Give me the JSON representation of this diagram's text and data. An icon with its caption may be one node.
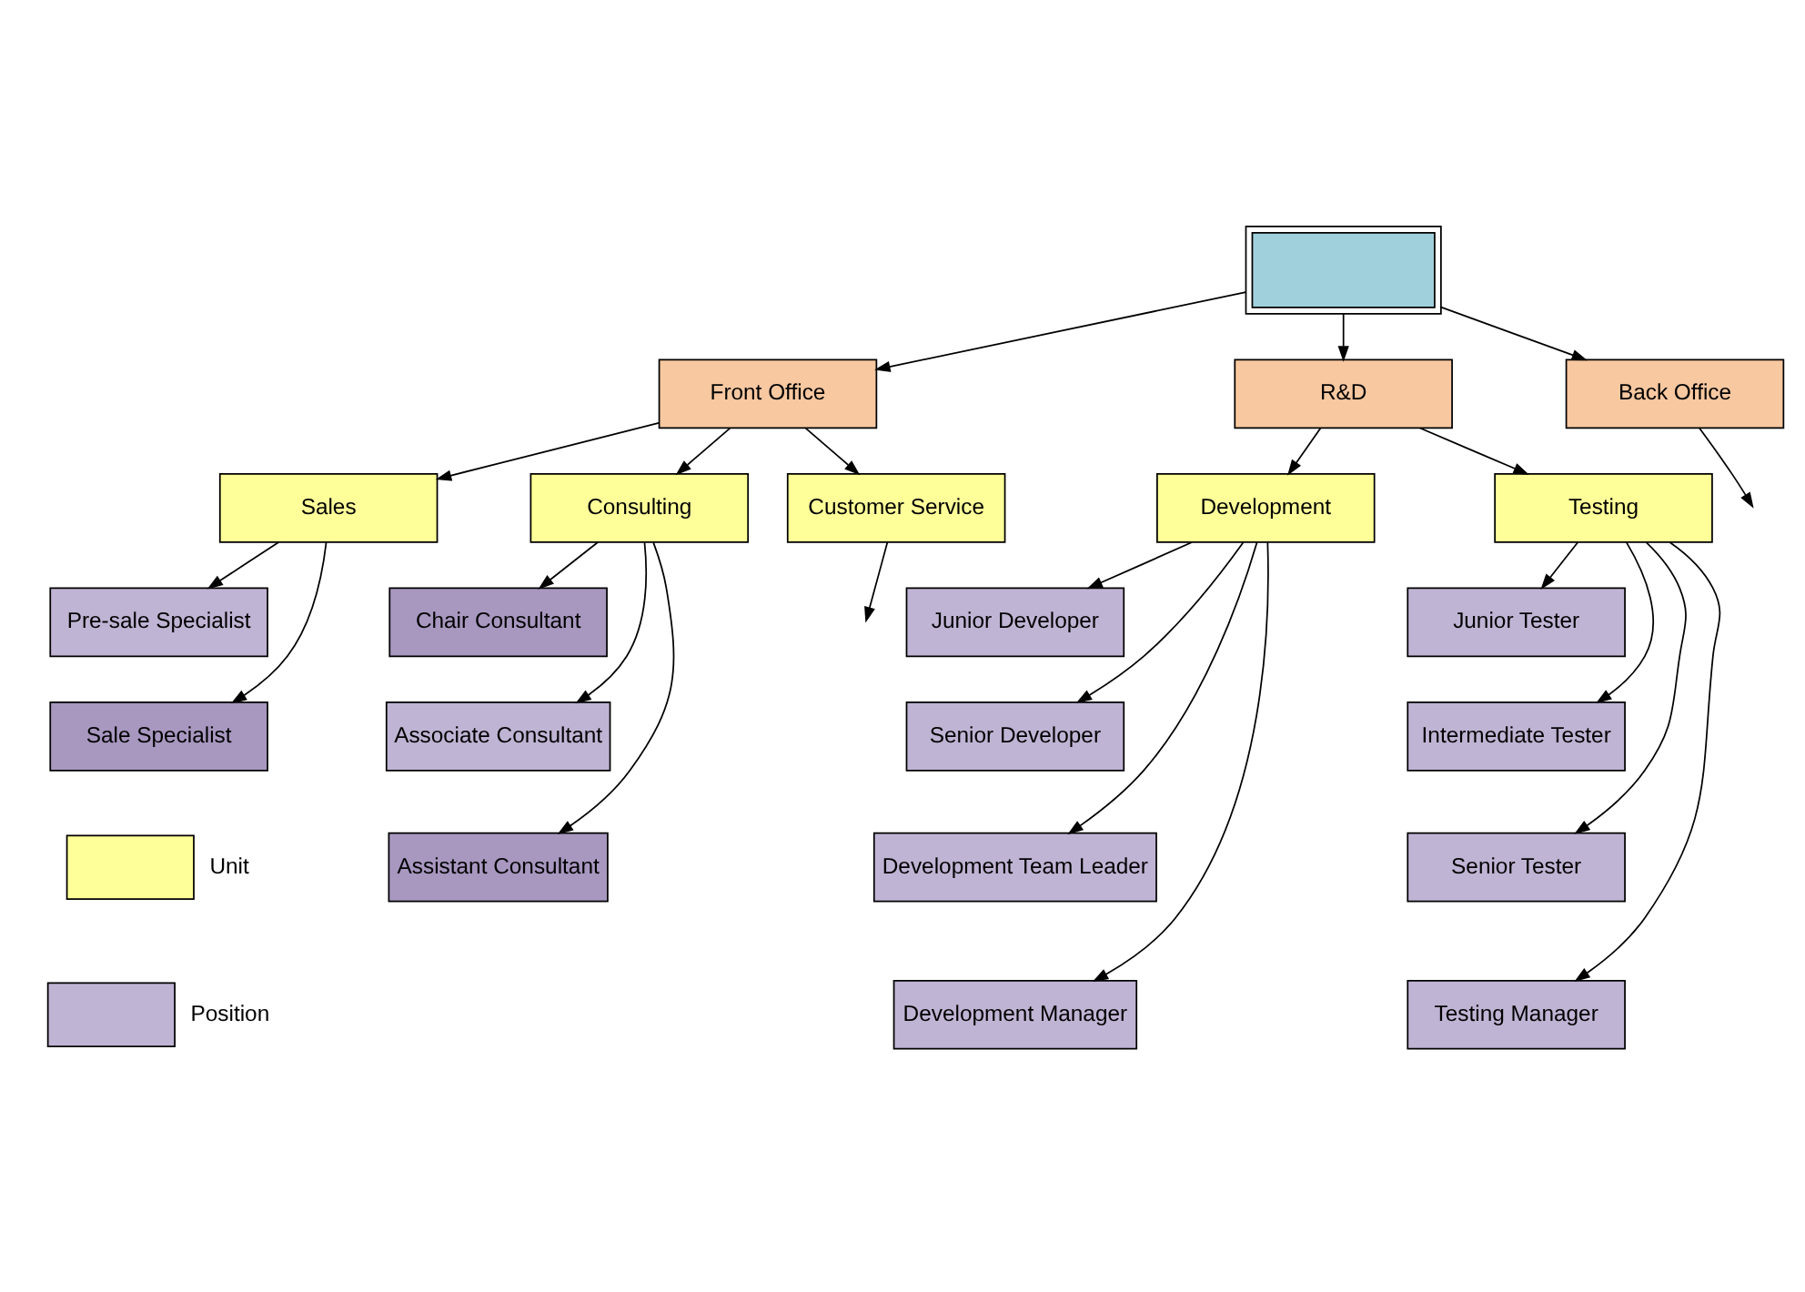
{
  "diagram": {
    "nodes": [
      {
        "text": [],
        "shape": "box"
      },
      {
        "text": [
          "Front Office"
        ]
      },
      {
        "text": [
          "R&D"
        ]
      },
      {
        "text": [
          "Back Office"
        ]
      },
      {
        "text": [
          "Sales"
        ]
      },
      {
        "text": [
          "Consulting"
        ]
      },
      {
        "text": [
          "Customer Service"
        ]
      },
      {
        "text": [
          "Development"
        ]
      },
      {
        "text": [
          "Testing"
        ]
      },
      {
        "text": [
          "Pre-sale Specialist"
        ]
      },
      {
        "text": [
          "Sale Specialist"
        ]
      },
      {
        "text": [
          "Chair Consultant"
        ]
      },
      {
        "text": [
          "Associate Consultant"
        ]
      },
      {
        "text": [
          "Assistant Consultant"
        ]
      },
      {
        "text": [
          "Junior Tester"
        ]
      },
      {
        "text": [
          "Intermediate Tester"
        ]
      },
      {
        "text": [
          "Senior Tester"
        ]
      },
      {
        "text": [
          "Testing Manager"
        ]
      },
      {
        "text": [
          "Junior Developer"
        ]
      },
      {
        "text": [
          "Senior Developer"
        ]
      },
      {
        "text": [
          "Development Team Leader"
        ]
      },
      {
        "text": [
          "Development Manager"
        ]
      }
    ],
    "edges": [
      {
        "from": 0,
        "to": 1,
        "arrow": "to"
      },
      {
        "from": 0,
        "to": 2,
        "arrow": "to"
      },
      {
        "from": 0,
        "to": 3,
        "arrow": "to"
      },
      {
        "from": 1,
        "to": 4,
        "arrow": "to"
      },
      {
        "from": 1,
        "to": 5,
        "arrow": "to"
      },
      {
        "from": 1,
        "to": 6,
        "arrow": "to"
      },
      {
        "from": 2,
        "to": 8,
        "arrow": "to"
      },
      {
        "from": 2,
        "to": 7,
        "arrow": "to"
      },
      {
        "from": 3,
        "to": null,
        "arrow": "to"
      },
      {
        "from": 4,
        "to": 9,
        "arrow": "to"
      },
      {
        "from": 4,
        "to": 10,
        "arrow": "to"
      },
      {
        "from": 5,
        "to": 11,
        "arrow": "to"
      },
      {
        "from": 5,
        "to": 12,
        "arrow": "to"
      },
      {
        "from": 5,
        "to": 13,
        "arrow": "to"
      },
      {
        "from": 6,
        "to": null,
        "arrow": "to"
      },
      {
        "from": 8,
        "to": 14,
        "arrow": "to"
      },
      {
        "from": 8,
        "to": 15,
        "arrow": "to"
      },
      {
        "from": 8,
        "to": 16,
        "arrow": "to"
      },
      {
        "from": 8,
        "to": 17,
        "arrow": "to"
      },
      {
        "from": 7,
        "to": 18,
        "arrow": "to"
      },
      {
        "from": 7,
        "to": 19,
        "arrow": "to"
      },
      {
        "from": 7,
        "to": 20,
        "arrow": "to"
      },
      {
        "from": 7,
        "to": 21,
        "arrow": "to"
      }
    ],
    "legend": [
      {
        "text": "Unit",
        "color": "#ffff99"
      },
      {
        "text": "Position",
        "color": "#c0b4d4"
      }
    ]
  }
}
